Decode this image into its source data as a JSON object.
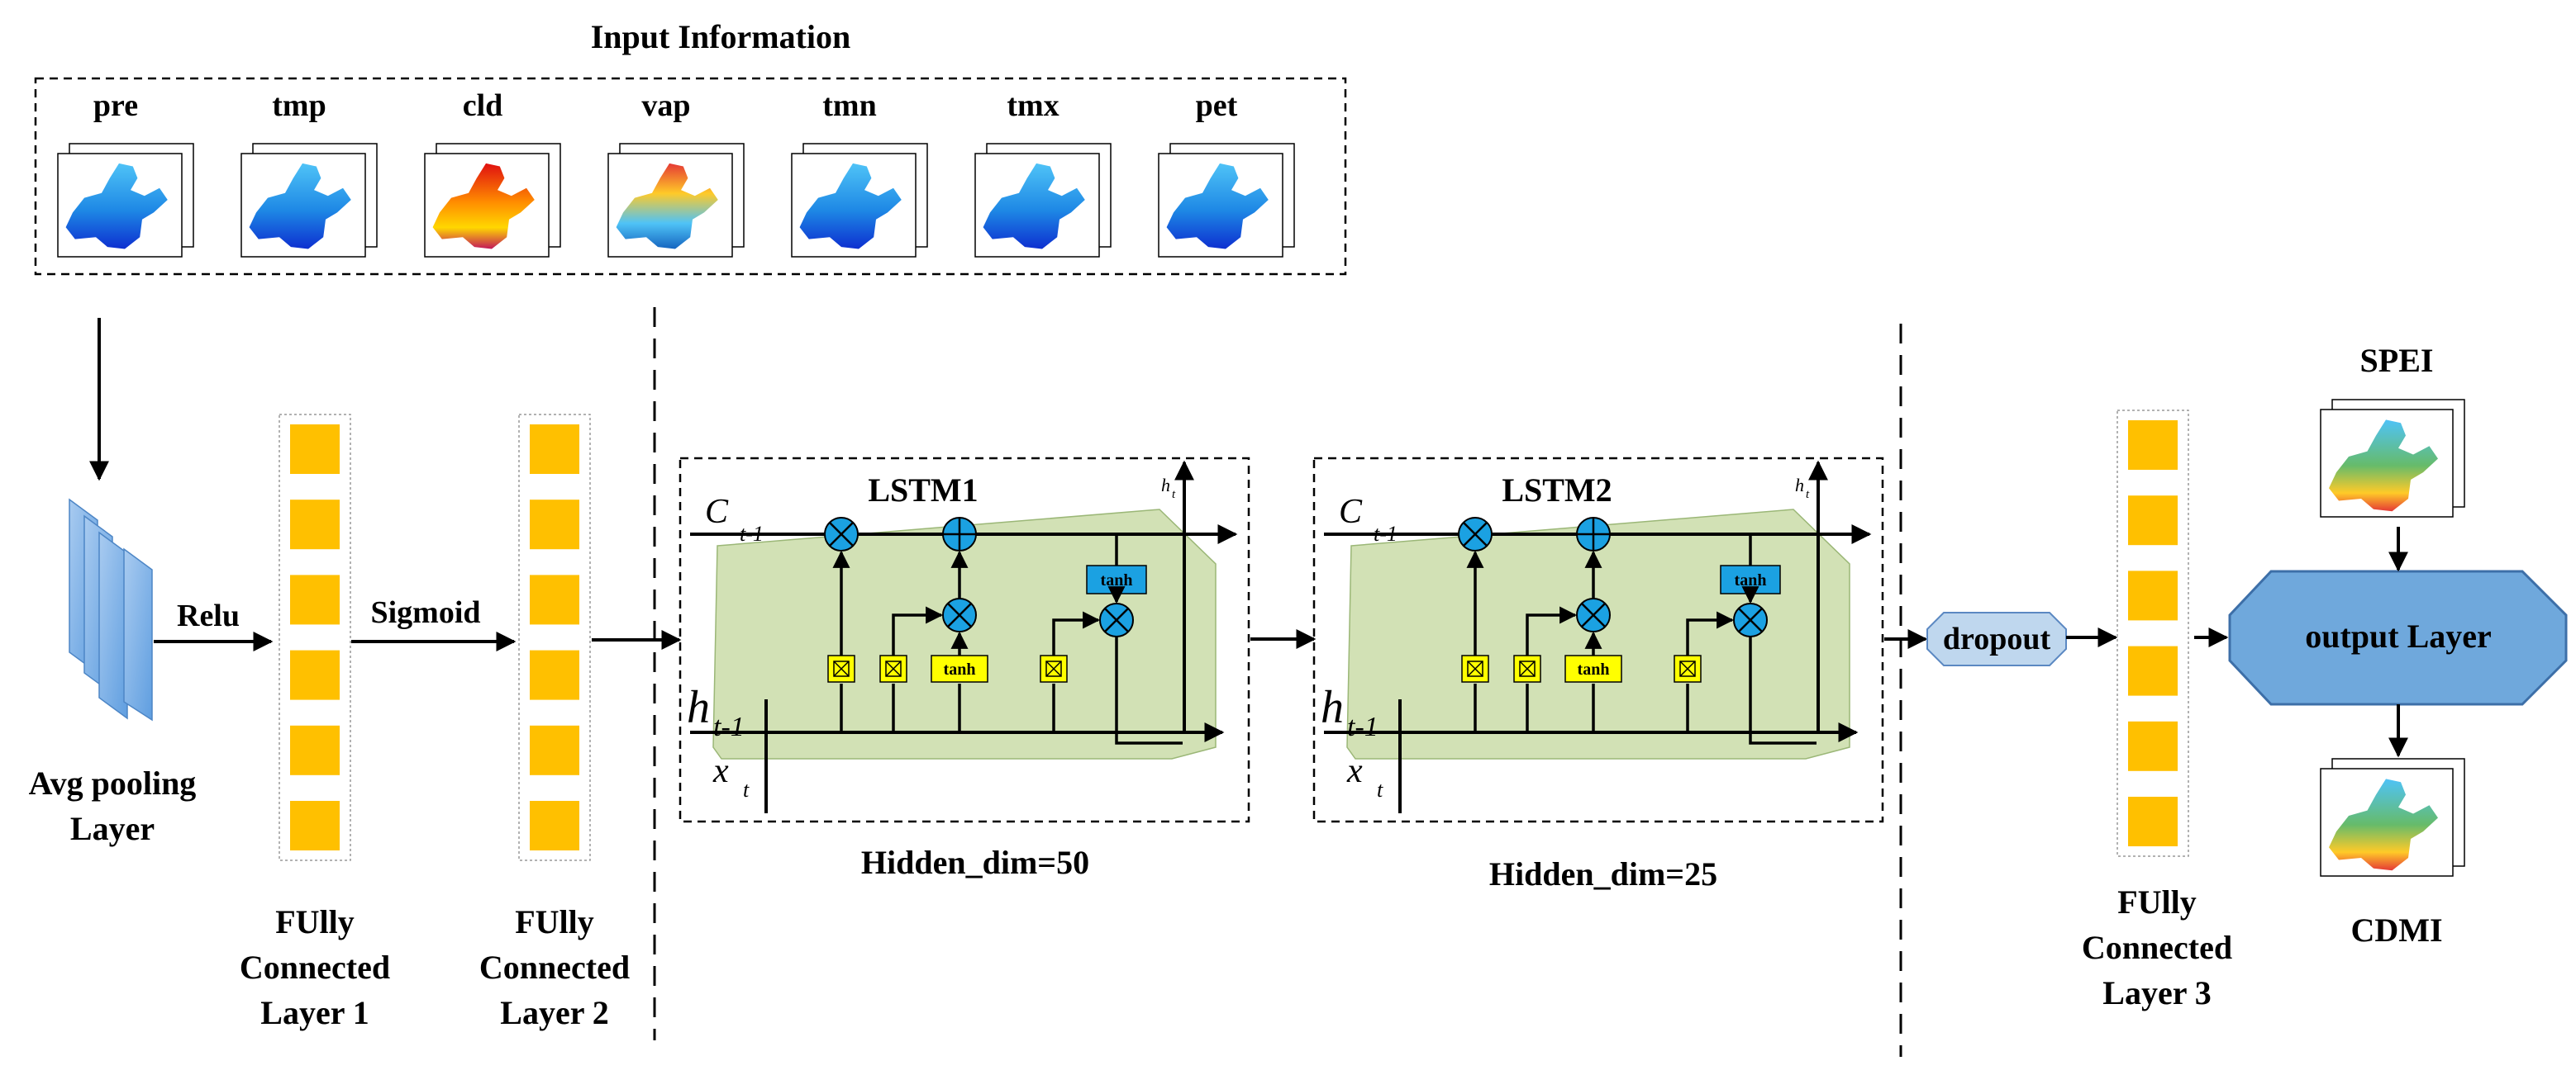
{
  "title": "Input Information",
  "inputs": [
    "pre",
    "tmp",
    "cld",
    "vap",
    "tmn",
    "tmx",
    "pet"
  ],
  "pooling": {
    "activation": "Relu",
    "label_line1": "Avg pooling",
    "label_line2": "Layer"
  },
  "fc1": {
    "line1": "FUlly",
    "line2": "Connected",
    "line3": "Layer 1"
  },
  "fc_activation": "Sigmoid",
  "fc2": {
    "line1": "FUlly",
    "line2": "Connected",
    "line3": "Layer 2"
  },
  "lstm1": {
    "name": "LSTM1",
    "hidden": "Hidden_dim=50"
  },
  "lstm2": {
    "name": "LSTM2",
    "hidden": "Hidden_dim=25"
  },
  "cell_symbols": {
    "c": "C",
    "c_sub": "t-1",
    "h": "h",
    "h_sub": "t-1",
    "x": "x",
    "x_sub": "t",
    "ht": "h",
    "ht_sub": "t",
    "tanh": "tanh"
  },
  "dropout": "dropout",
  "fc3": {
    "line1": "FUlly",
    "line2": "Connected",
    "line3": "Layer 3"
  },
  "output_layer": "output Layer",
  "outputs": {
    "top": "SPEI",
    "bottom": "CDMI"
  },
  "colors": {
    "fc_square": "#FFC000",
    "lstm_fill": "#D2E1B5",
    "gate_blue": "#1BA1E2",
    "gate_yellow": "#FFFF00",
    "output_fill": "#6FA8DC",
    "dropout_fill": "#BFD7EE",
    "pool_blue": "#7FB2E5"
  }
}
